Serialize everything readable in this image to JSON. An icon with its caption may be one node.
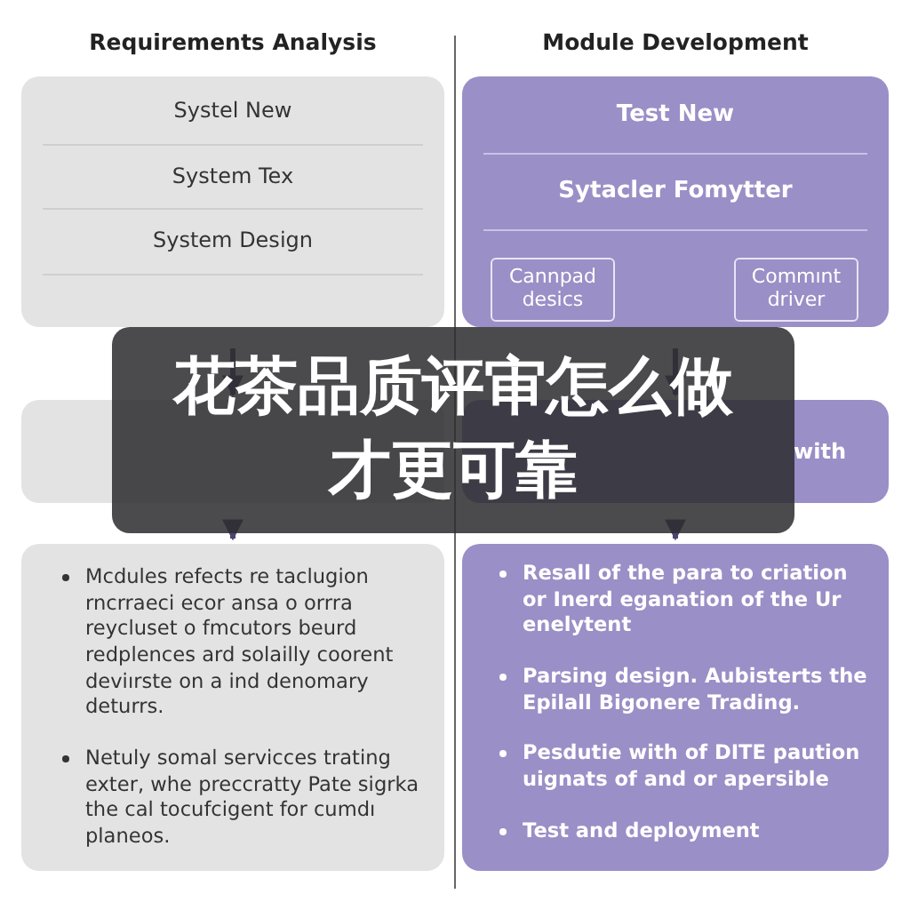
{
  "diagram": {
    "title": "花茶品质评审怎么做才更可靠",
    "nodes": [
      {
        "text": [
          "Systel New",
          "System Tex",
          "System Design"
        ]
      },
      {
        "text": [
          "Test New",
          "Sytacler Fomytter"
        ]
      },
      {
        "text": [
          "Cannpad desics"
        ],
        "in": 1
      },
      {
        "text": [
          "Commınt driver"
        ],
        "in": 1
      },
      {
        "text": [],
        "shape": "box"
      },
      {
        "text": [
          "with"
        ]
      },
      {
        "text": [
          "Mcdules refects re taclugion rncrraeci ecor ansa o orrra reycluset o fmcutors beurd redplences ard solailly coorent deviırste on a ind denomary deturrs.",
          "Netuly somal servicces trating exter, whe preccratty Pate sigrka the cal tocufcigent for cumdı planeos."
        ]
      },
      {
        "text": [
          "Resall of the para to criation or Inerd eganation of the Ur enelytent",
          "Parsing design. Aubisterts the Epilall Bigonere Trading.",
          "Pesdutie with of DITE paution uignats of and or apersible",
          "Test and deployment"
        ]
      }
    ],
    "edges": [
      {
        "from": 0,
        "to": 4,
        "arrow": "to"
      },
      {
        "from": 4,
        "to": 6,
        "arrow": "to"
      },
      {
        "from": 1,
        "to": 5,
        "arrow": "to"
      },
      {
        "from": 5,
        "to": 7,
        "arrow": "to"
      }
    ],
    "labels": [
      "Requirements Analysis",
      "Module Development"
    ]
  }
}
